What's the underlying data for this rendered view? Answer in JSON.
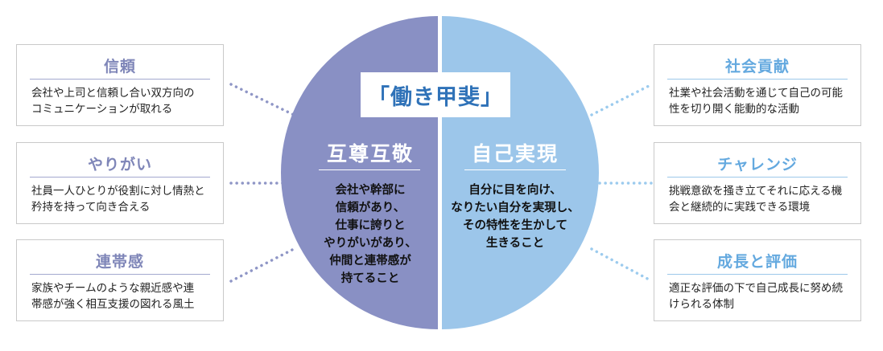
{
  "badge": {
    "text": "「働き甲斐」"
  },
  "left_half": {
    "title": "互尊互敬",
    "lines": [
      "会社や幹部に",
      "信頼があり、",
      "仕事に誇りと",
      "やりがいがあり、",
      "仲間と連帯感が",
      "持てること"
    ]
  },
  "right_half": {
    "title": "自己実現",
    "lines": [
      "自分に目を向け、",
      "なりたい自分を実現し、",
      "その特性を生かして",
      "生きること"
    ]
  },
  "boxes_left": [
    {
      "title": "信頼",
      "lines": [
        "会社や上司と信頼し合い双方向の",
        "コミュニケーションが取れる"
      ]
    },
    {
      "title": "やりがい",
      "lines": [
        "社員一人ひとりが役割に対し情熱と",
        "矜持を持って向き合える"
      ]
    },
    {
      "title": "連帯感",
      "lines": [
        "家族やチームのような親近感や連",
        "帯感が強く相互支援の図れる風土"
      ]
    }
  ],
  "boxes_right": [
    {
      "title": "社会貢献",
      "lines": [
        "社業や社会活動を通じて自己の可能",
        "性を切り開く能動的な活動"
      ]
    },
    {
      "title": "チャレンジ",
      "lines": [
        "挑戦意欲を掻き立てそれに応える機",
        "会と継続的に実践できる環境"
      ]
    },
    {
      "title": "成長と評価",
      "lines": [
        "適正な評価の下で自己成長に努め続",
        "けられる体制"
      ]
    }
  ],
  "colors": {
    "left_half": "#8990c4",
    "right_half": "#9cc6ea",
    "left_accent": "#7f86b8",
    "right_accent": "#64a9df",
    "badge_text": "#2f72b8"
  }
}
